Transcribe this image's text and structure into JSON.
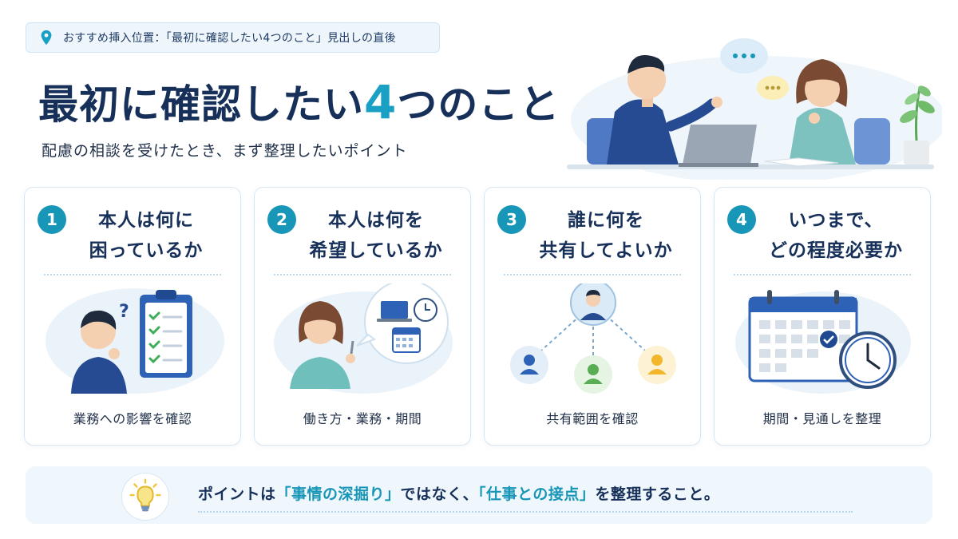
{
  "badge": {
    "text": "おすすめ挿入位置：「最初に確認したい4つのこと」見出しの直後"
  },
  "title": {
    "pre": "最初に確認したい",
    "num": "4",
    "post": "つのこと"
  },
  "subtitle": "配慮の相談を受けたとき、まず整理したいポイント",
  "cards": [
    {
      "num": "1",
      "line1": "本人は何に",
      "line2": "困っているか",
      "caption": "業務への影響を確認"
    },
    {
      "num": "2",
      "line1": "本人は何を",
      "line2": "希望しているか",
      "caption": "働き方・業務・期間"
    },
    {
      "num": "3",
      "line1": "誰に何を",
      "line2": "共有してよいか",
      "caption": "共有範囲を確認"
    },
    {
      "num": "4",
      "line1": "いつまで、",
      "line2": "どの程度必要か",
      "caption": "期間・見通しを整理"
    }
  ],
  "point": {
    "t1": "ポイントは",
    "h1": "「事情の深掘り」",
    "t2": "ではなく、",
    "h2": "「仕事との接点」",
    "t3": "を整理すること。"
  },
  "colors": {
    "accent": "#1796b8",
    "navy": "#17305a",
    "panel": "#eff6fc"
  }
}
